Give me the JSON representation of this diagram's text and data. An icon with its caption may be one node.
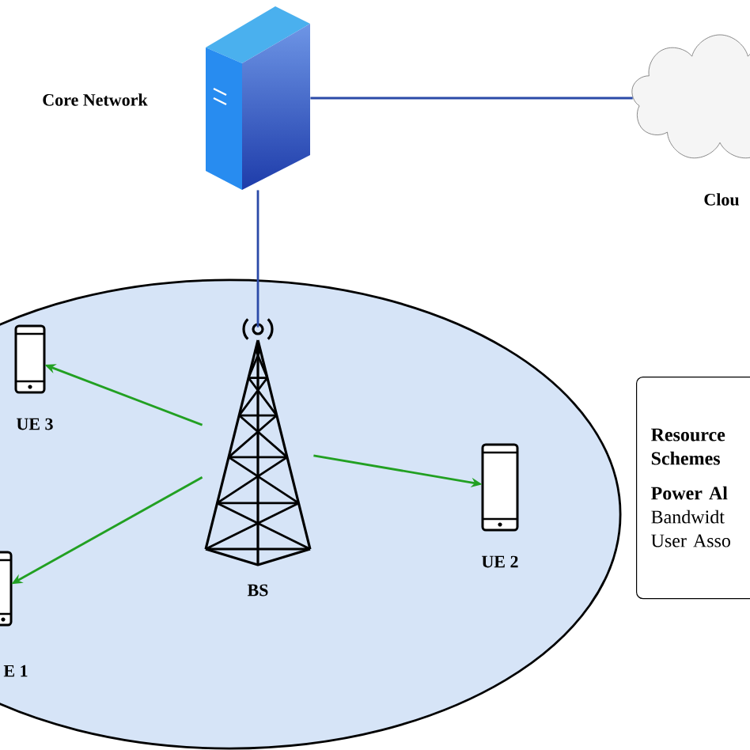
{
  "diagram": {
    "nodes": [
      {
        "text": [],
        "shape": "picture",
        "beside": [
          "Core Network"
        ]
      },
      {
        "text": [],
        "shape": "cloud",
        "beside": [
          "Clou"
        ]
      },
      {
        "text": [],
        "shape": "ellipse"
      },
      {
        "text": [],
        "shape": "picture",
        "beside": [
          "UE 3"
        ],
        "in": 2
      },
      {
        "text": [],
        "shape": "picture",
        "beside": [
          "BS"
        ],
        "in": 2
      },
      {
        "text": [],
        "shape": "picture",
        "beside": [
          "UE 2"
        ],
        "in": 2
      },
      {
        "text": [],
        "shape": "picture",
        "beside": [
          "E 1"
        ],
        "in": 2
      },
      {
        "text": [
          "Resource",
          "Schemes",
          "Power Al",
          "Bandwidt",
          "User Asso"
        ]
      }
    ],
    "edges": [
      {
        "from": 0,
        "to": 1,
        "arrow": "none",
        "color": "#2b4aa8"
      },
      {
        "from": 0,
        "to": 4,
        "arrow": "none",
        "color": "#2b4aa8"
      },
      {
        "from": 4,
        "to": 3,
        "arrow": "to",
        "color": "#22a022"
      },
      {
        "from": 4,
        "to": 5,
        "arrow": "to",
        "color": "#22a022"
      },
      {
        "from": 4,
        "to": 6,
        "arrow": "to",
        "color": "#22a022"
      }
    ]
  }
}
